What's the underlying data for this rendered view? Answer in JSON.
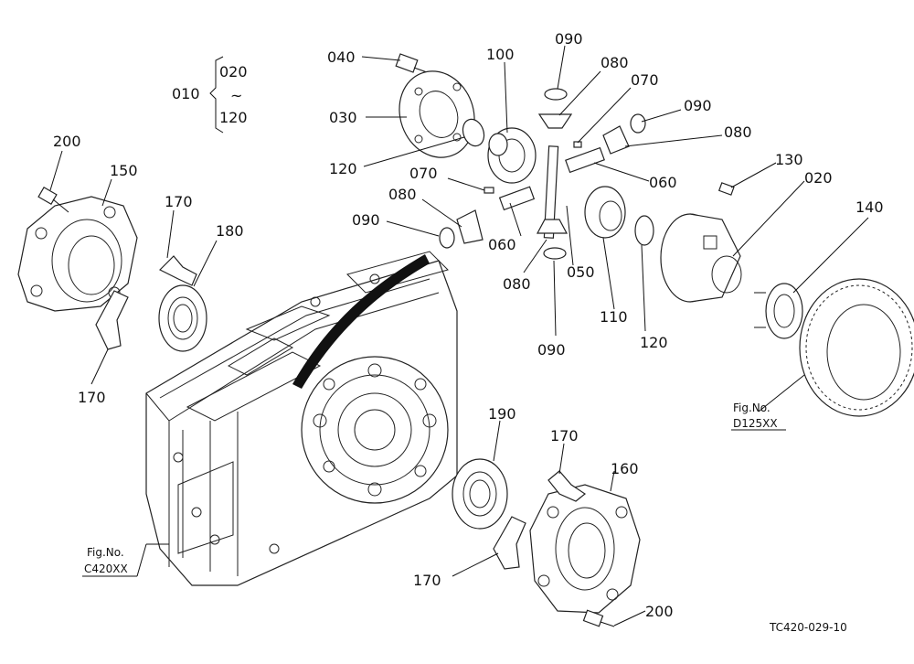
{
  "diagram": {
    "part_numbers": {
      "p010": "010",
      "p010_top": "020",
      "p010_tilde": "~",
      "p010_bottom": "120",
      "p020": "020",
      "p030": "030",
      "p040": "040",
      "p050": "050",
      "p060a": "060",
      "p060b": "060",
      "p070a": "070",
      "p070b": "070",
      "p080a": "080",
      "p080b": "080",
      "p080c": "080",
      "p080d": "080",
      "p090a": "090",
      "p090b": "090",
      "p090c": "090",
      "p090d": "090",
      "p100": "100",
      "p110": "110",
      "p120a": "120",
      "p120b": "120",
      "p130": "130",
      "p140": "140",
      "p150": "150",
      "p160": "160",
      "p170a": "170",
      "p170b": "170",
      "p170c": "170",
      "p170d": "170",
      "p180": "180",
      "p190": "190",
      "p200a": "200",
      "p200b": "200"
    },
    "figure_refs": {
      "ref1_label": "Fig.No.",
      "ref1_value": "D125XX",
      "ref2_label": "Fig.No.",
      "ref2_value": "C420XX"
    },
    "drawing_code": "TC420-029-10"
  }
}
